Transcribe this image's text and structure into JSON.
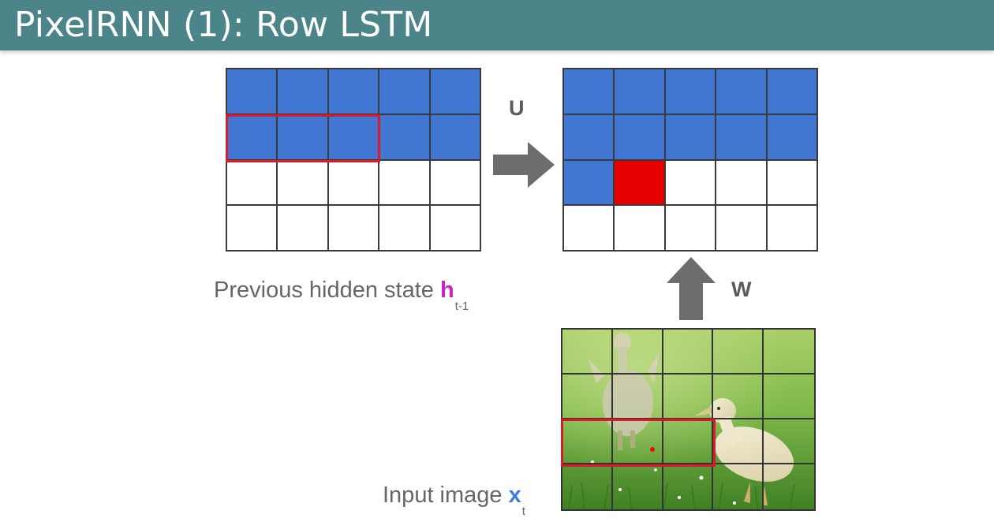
{
  "title": "PixelRNN (1): Row LSTM",
  "labels": {
    "u": "U",
    "w": "W"
  },
  "captions": {
    "hidden_state": {
      "text": "Previous hidden state ",
      "symbol": "h",
      "subscript": "t-1"
    },
    "input_image": {
      "text": "Input image ",
      "symbol": "x",
      "subscript": "t"
    }
  },
  "grids": {
    "previous_hidden_state": {
      "rows": 4,
      "cols": 5,
      "cells": [
        [
          "blue",
          "blue",
          "blue",
          "blue",
          "blue"
        ],
        [
          "blue",
          "blue",
          "blue",
          "blue",
          "blue"
        ],
        [
          "white",
          "white",
          "white",
          "white",
          "white"
        ],
        [
          "white",
          "white",
          "white",
          "white",
          "white"
        ]
      ],
      "highlight": "row 2, columns 1-3"
    },
    "current_hidden_state": {
      "rows": 4,
      "cols": 5,
      "cells": [
        [
          "blue",
          "blue",
          "blue",
          "blue",
          "blue"
        ],
        [
          "blue",
          "blue",
          "blue",
          "blue",
          "blue"
        ],
        [
          "blue",
          "red",
          "white",
          "white",
          "white"
        ],
        [
          "white",
          "white",
          "white",
          "white",
          "white"
        ]
      ]
    },
    "input_image": {
      "rows": 4,
      "cols": 5,
      "highlight": "row 3, columns 1-3"
    }
  },
  "colors": {
    "title_bar": "#4b8489",
    "filled_cell": "#4177d3",
    "current_cell": "#e60000",
    "highlight_box": "#d81b27",
    "h_symbol": "#cc22cc",
    "x_symbol": "#3f7be0",
    "arrow": "#6d6d6d"
  },
  "icons": [
    "arrow-right-icon",
    "arrow-up-icon"
  ]
}
